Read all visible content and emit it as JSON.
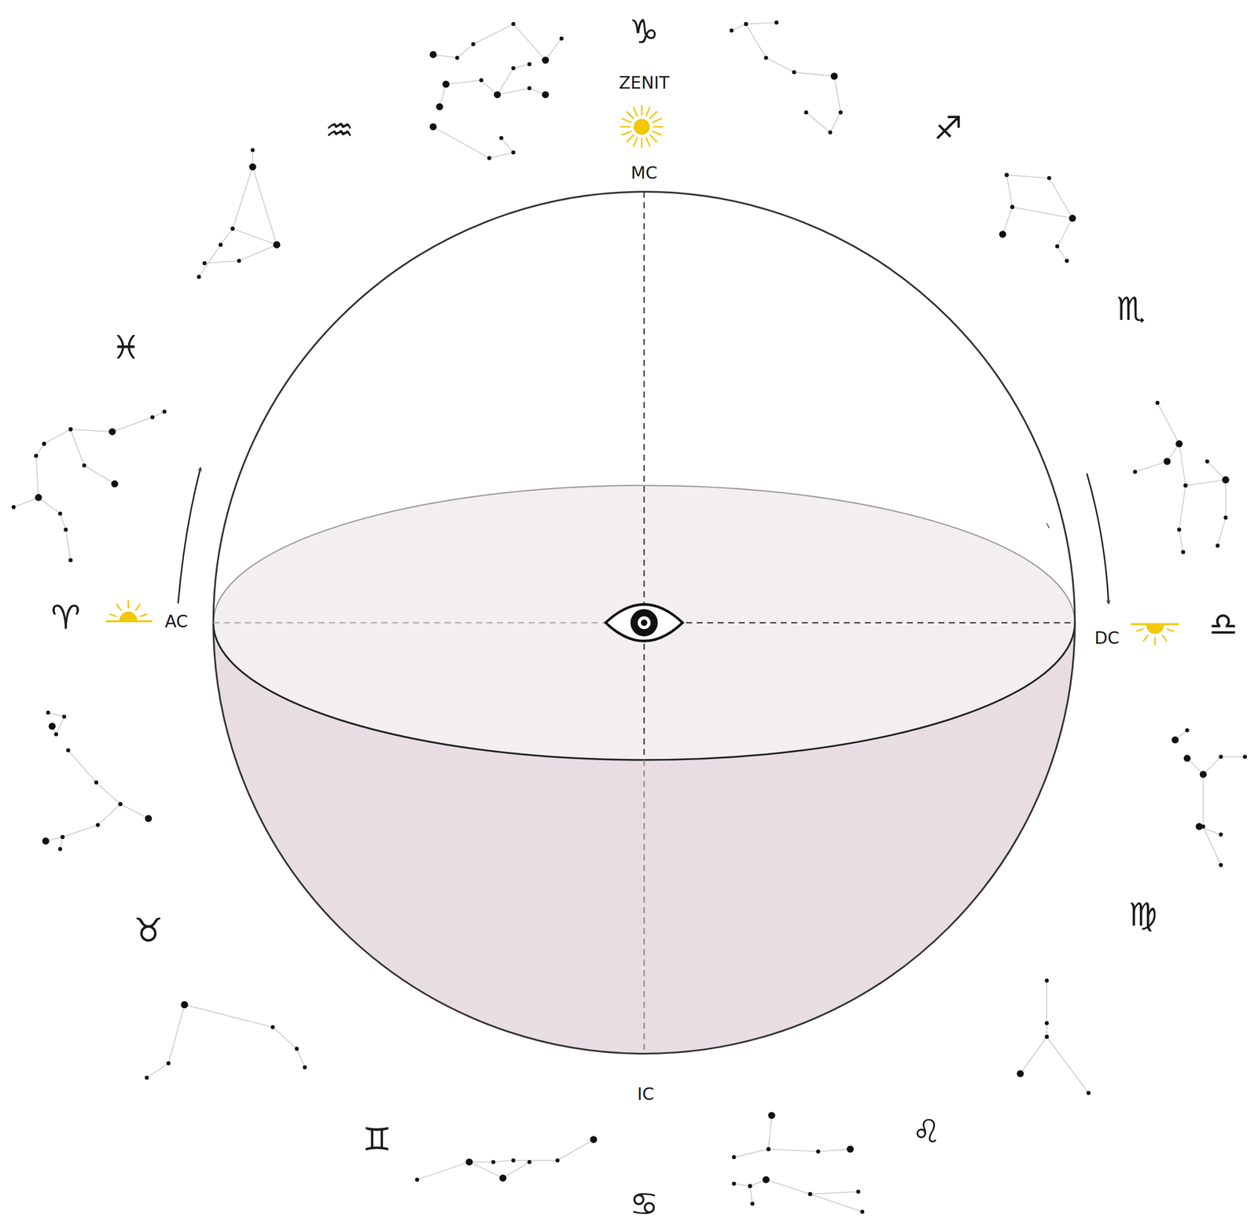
{
  "diagram": {
    "labels": [
      "♑",
      "ZENIT",
      "♒",
      "♐",
      "MC",
      "♏",
      "♓",
      "♈",
      "AC",
      "DC",
      "♎",
      "♉",
      "♍",
      "♊",
      "IC",
      "♌",
      "♋"
    ]
  }
}
